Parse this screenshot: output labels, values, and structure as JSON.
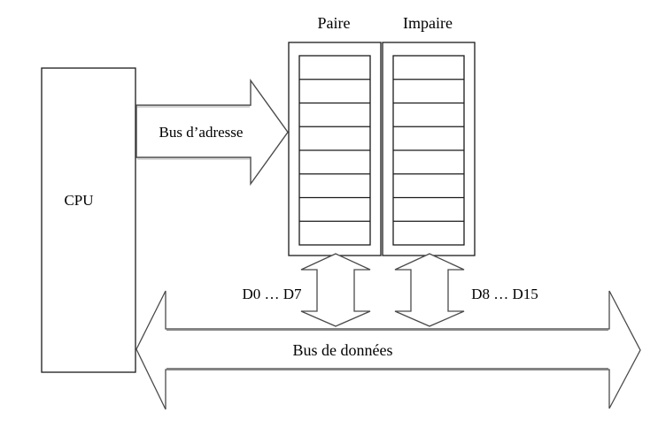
{
  "diagram": {
    "cpu": {
      "label": "CPU"
    },
    "address_bus": {
      "label": "Bus d’adresse"
    },
    "memory_banks": [
      {
        "label": "Paire",
        "rows": 8,
        "data_lines": "D0 … D7"
      },
      {
        "label": "Impaire",
        "rows": 8,
        "data_lines": "D8 … D15"
      }
    ],
    "data_bus": {
      "label": "Bus de données"
    },
    "colors": {
      "box_outline": "#1a1a1a",
      "arrow_outline": "#4a4a4a",
      "bus_gray": "#848484",
      "background": "#ffffff",
      "text": "#000000"
    }
  }
}
